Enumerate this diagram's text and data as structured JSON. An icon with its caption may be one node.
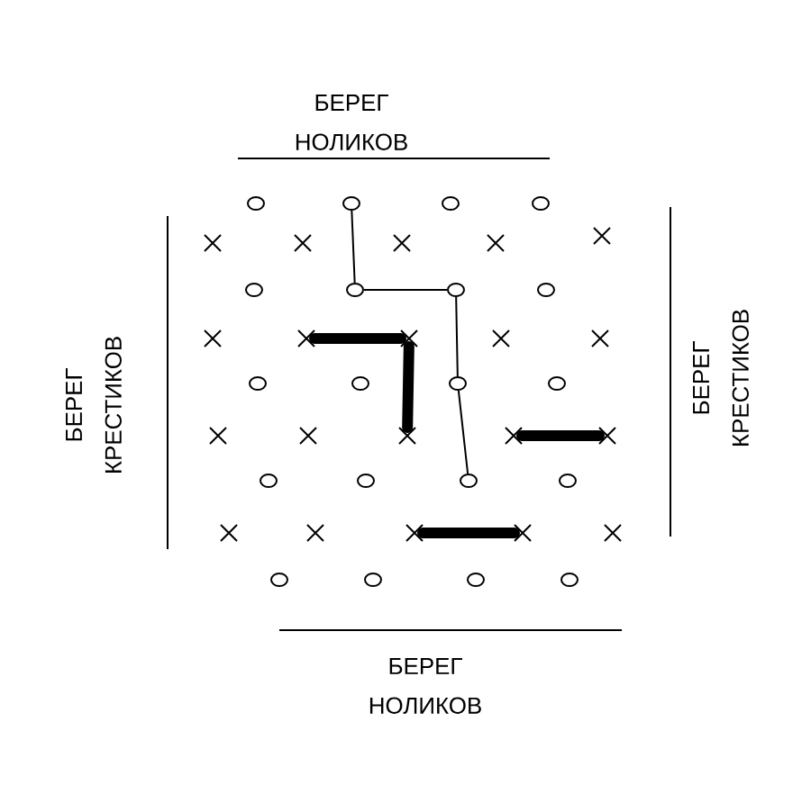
{
  "diagram": {
    "nodes": [
      {
        "text": [],
        "shape": "circle"
      },
      {
        "text": [],
        "shape": "circle"
      },
      {
        "text": [],
        "shape": "circle"
      },
      {
        "text": [],
        "shape": "circle"
      },
      {
        "text": [],
        "shape": "cross"
      },
      {
        "text": [],
        "shape": "cross"
      },
      {
        "text": [],
        "shape": "cross"
      },
      {
        "text": [],
        "shape": "cross"
      },
      {
        "text": [],
        "shape": "cross"
      },
      {
        "text": [],
        "shape": "circle"
      },
      {
        "text": [],
        "shape": "circle"
      },
      {
        "text": [],
        "shape": "circle"
      },
      {
        "text": [],
        "shape": "circle"
      },
      {
        "text": [],
        "shape": "cross"
      },
      {
        "text": [],
        "shape": "cross"
      },
      {
        "text": [],
        "shape": "cross"
      },
      {
        "text": [],
        "shape": "cross"
      },
      {
        "text": [],
        "shape": "cross"
      },
      {
        "text": [],
        "shape": "circle"
      },
      {
        "text": [],
        "shape": "circle"
      },
      {
        "text": [],
        "shape": "circle"
      },
      {
        "text": [],
        "shape": "circle"
      },
      {
        "text": [],
        "shape": "cross"
      },
      {
        "text": [],
        "shape": "cross"
      },
      {
        "text": [],
        "shape": "cross"
      },
      {
        "text": [],
        "shape": "cross"
      },
      {
        "text": [],
        "shape": "cross"
      },
      {
        "text": [],
        "shape": "circle"
      },
      {
        "text": [],
        "shape": "circle"
      },
      {
        "text": [],
        "shape": "circle"
      },
      {
        "text": [],
        "shape": "circle"
      },
      {
        "text": [],
        "shape": "cross"
      },
      {
        "text": [],
        "shape": "cross"
      },
      {
        "text": [],
        "shape": "cross"
      },
      {
        "text": [],
        "shape": "cross"
      },
      {
        "text": [],
        "shape": "cross"
      },
      {
        "text": [],
        "shape": "circle"
      },
      {
        "text": [],
        "shape": "circle"
      },
      {
        "text": [],
        "shape": "circle"
      },
      {
        "text": [],
        "shape": "circle"
      }
    ],
    "edges": [
      {
        "from": 1,
        "to": 10,
        "arrow": "none"
      },
      {
        "from": 10,
        "to": 11,
        "arrow": "none"
      },
      {
        "from": 11,
        "to": 20,
        "arrow": "none"
      },
      {
        "from": 20,
        "to": 29,
        "arrow": "none"
      },
      {
        "from": 14,
        "to": 15,
        "arrow": "none",
        "style": "thick"
      },
      {
        "from": 15,
        "to": 24,
        "arrow": "none",
        "style": "thick"
      },
      {
        "from": 25,
        "to": 26,
        "arrow": "none",
        "style": "thick"
      },
      {
        "from": 33,
        "to": 34,
        "arrow": "none",
        "style": "thick"
      }
    ],
    "labels": [
      "БЕРЕГ НОЛИКОВ",
      "БЕРЕГ КРЕСТИКОВ",
      "БЕРЕГ КРЕСТИКОВ",
      "БЕРЕГ НОЛИКОВ"
    ]
  }
}
